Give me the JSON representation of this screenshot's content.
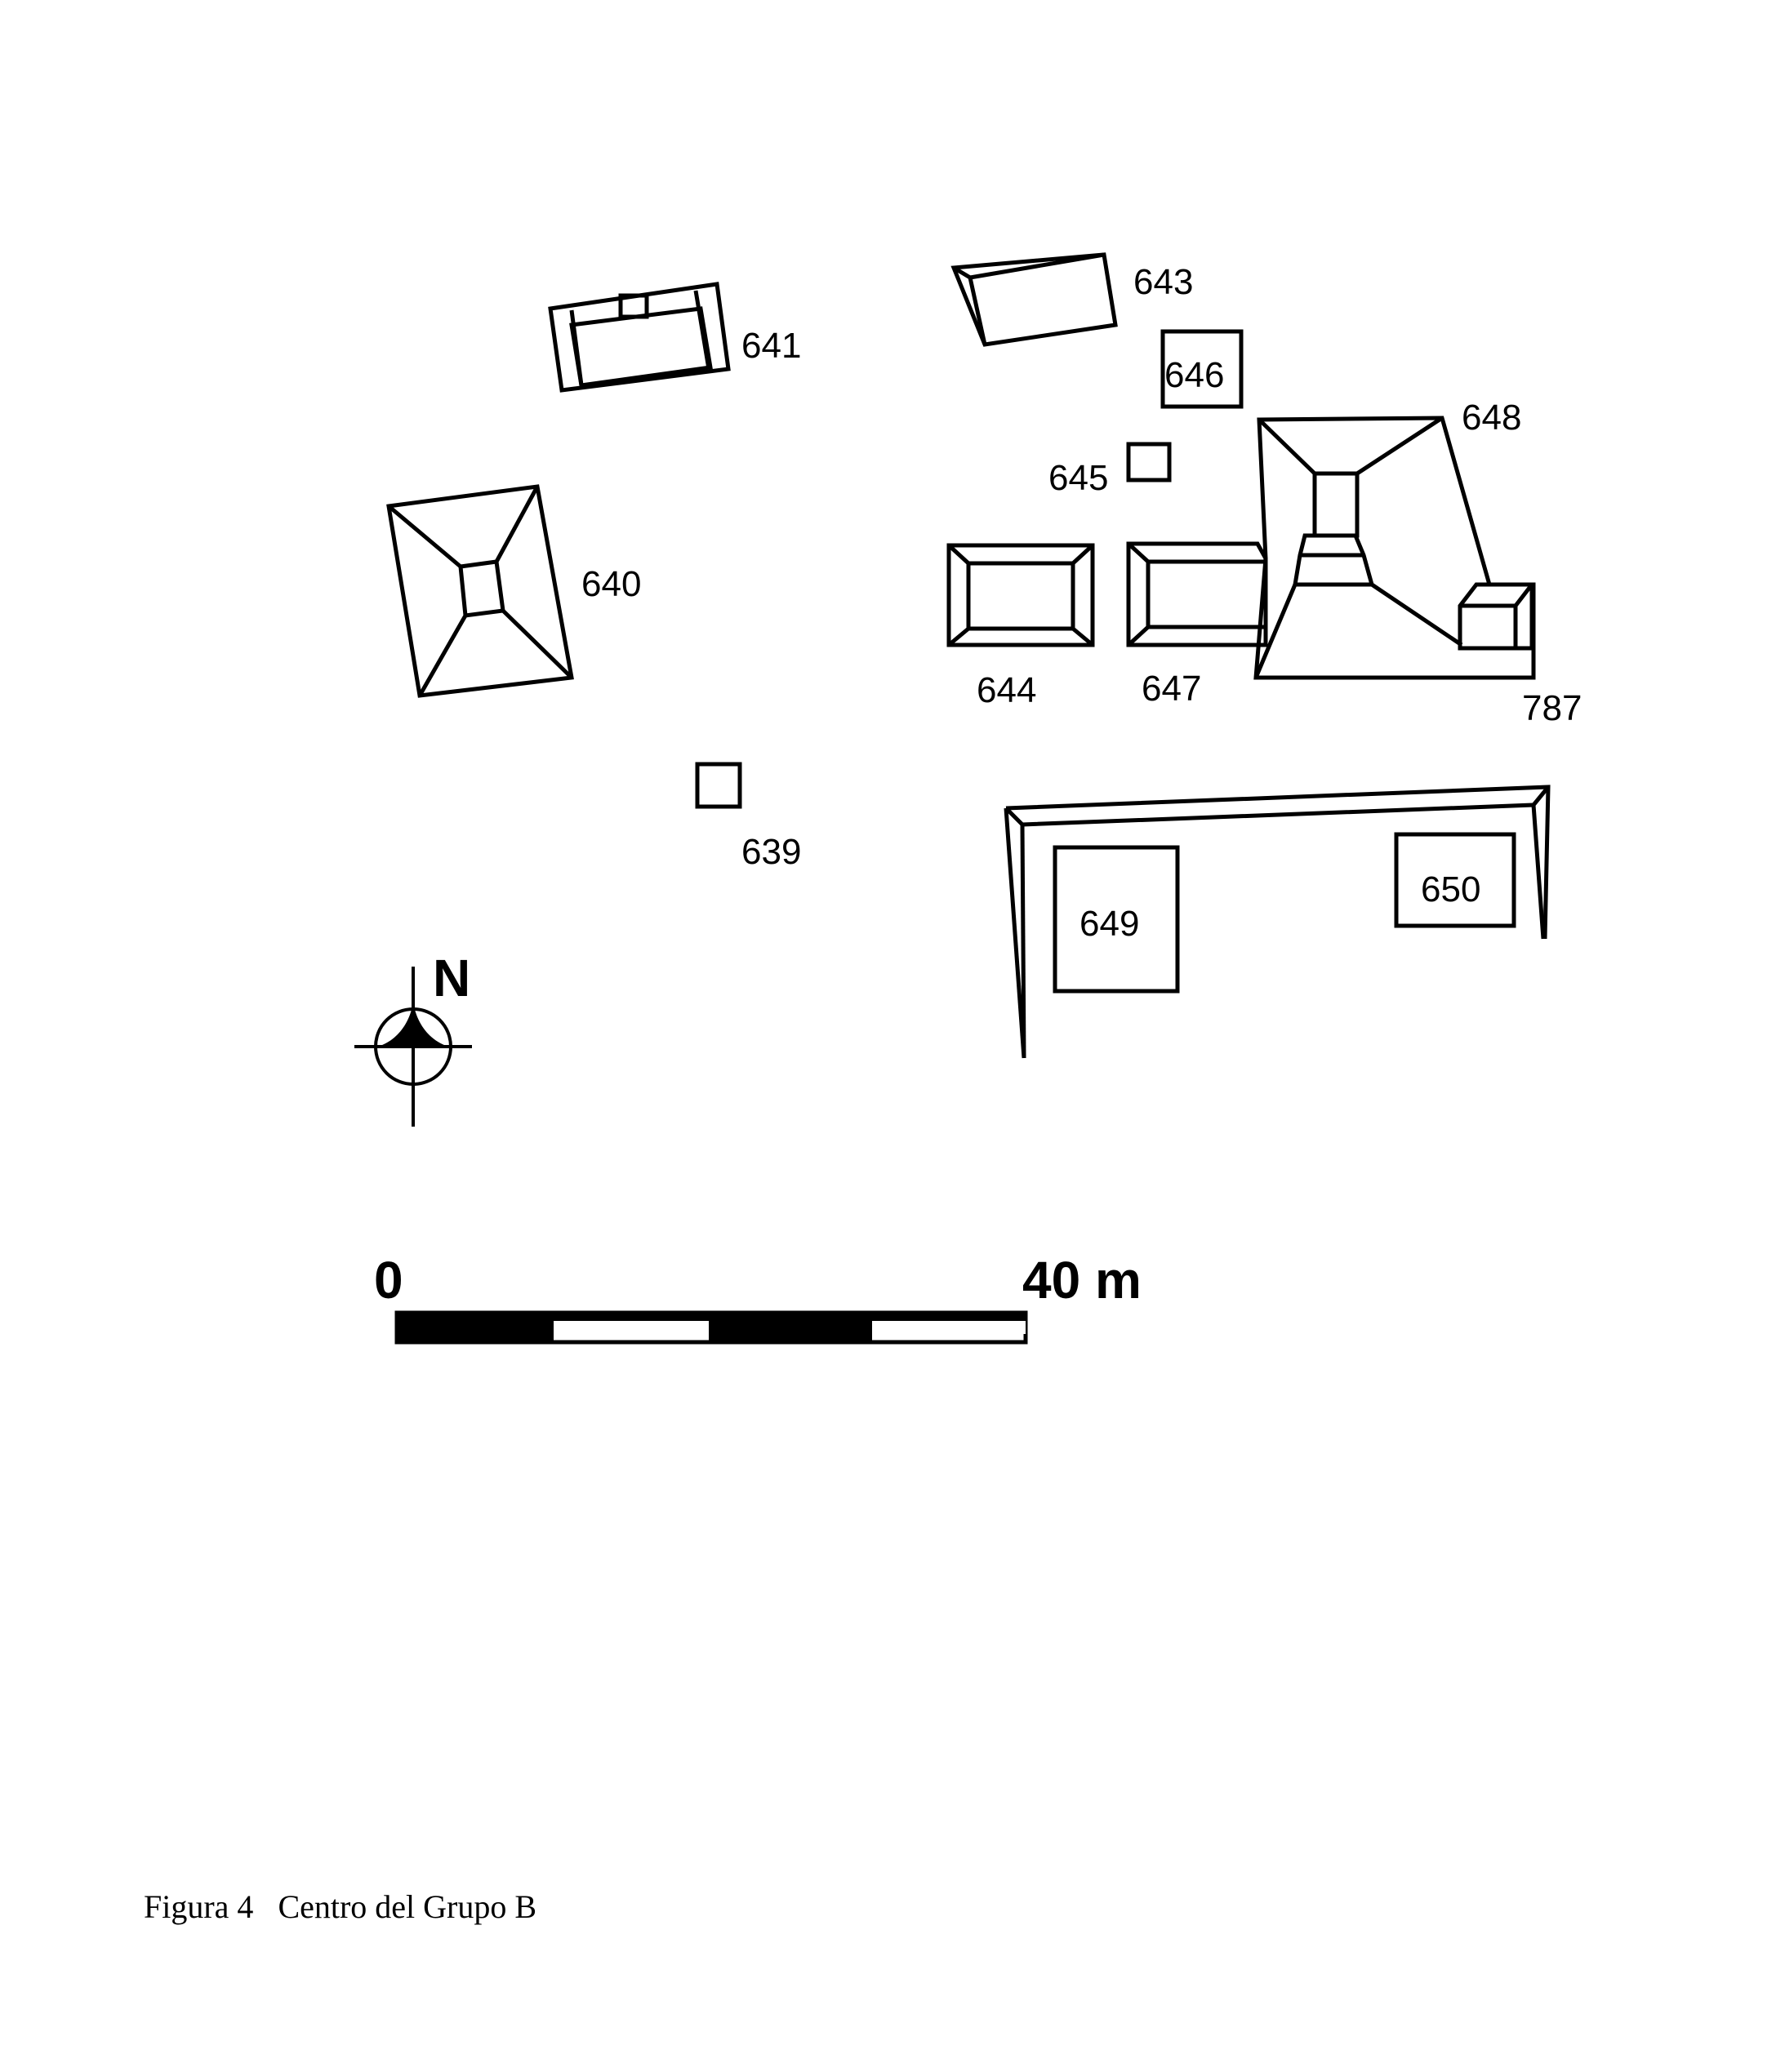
{
  "structures": {
    "s639": "639",
    "s640": "640",
    "s641": "641",
    "s643": "643",
    "s644": "644",
    "s645": "645",
    "s646": "646",
    "s647": "647",
    "s648": "648",
    "s649": "649",
    "s650": "650",
    "s787": "787"
  },
  "north_label": "N",
  "scale": {
    "start": "0",
    "end": "40 m"
  },
  "caption": {
    "figure": "Figura 4",
    "title": "Centro del Grupo B"
  }
}
